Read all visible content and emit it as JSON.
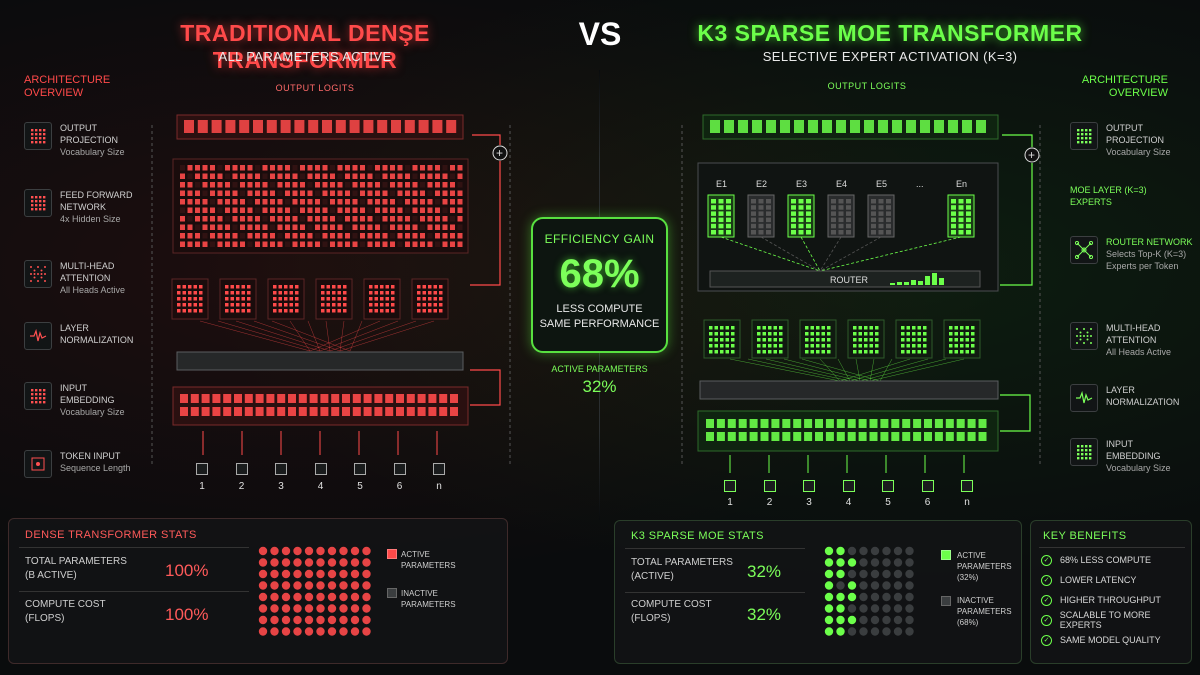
{
  "left": {
    "title": "TRADITIONAL DENŞE TRANSFORMER",
    "subtitle": "ALL PARAMETERS ACTIVE",
    "overview_heading": "ARCHITECTURE\nOVERVIEW",
    "output_logits": "OUTPUT LOGITS",
    "sidebar": [
      {
        "title": "OUTPUT\nPROJECTION",
        "sub": "Vocabulary Size",
        "icon": "grid-icon"
      },
      {
        "title": "FEED FORWARD\nNETWORK",
        "sub": "4x Hidden Size",
        "icon": "grid-icon"
      },
      {
        "title": "MULTI-HEAD\nATTENTION",
        "sub": "All Heads Active",
        "icon": "attention-icon"
      },
      {
        "title": "LAYER\nNORMALIZATION",
        "sub": "",
        "icon": "waveform-icon"
      },
      {
        "title": "INPUT\nEMBEDDING",
        "sub": "Vocabulary Size",
        "icon": "grid-icon"
      },
      {
        "title": "TOKEN INPUT",
        "sub": "Sequence Length",
        "icon": "token-icon"
      }
    ],
    "tokens": [
      "1",
      "2",
      "3",
      "4",
      "5",
      "6",
      "n"
    ],
    "stats": {
      "heading": "DENSE TRANSFORMER STATS",
      "total_label": "TOTAL PARAMETERS\n(B ACTIVE)",
      "total_value": "100%",
      "compute_label": "COMPUTE COST\n(FLOPS)",
      "compute_value": "100%",
      "legend_active": "ACTIVE\nPARAMETERS",
      "legend_inactive": "INACTIVE\nPARAMETERS"
    }
  },
  "vs": "VS",
  "center": {
    "eff_heading": "EFFICIENCY GAIN",
    "eff_value": "68%",
    "eff_line1": "LESS COMPUTE",
    "eff_line2": "SAME PERFORMANCE",
    "active_label": "ACTIVE PARAMETERS",
    "active_value": "32%"
  },
  "right": {
    "title": "K3 SPARSE MOE TRANSFORMER",
    "subtitle": "SELECTIVE EXPERT ACTIVATION (K=3)",
    "overview_heading": "ARCHITECTURE\nOVERVIEW",
    "output_logits": "OUTPUT LOGITS",
    "experts": [
      "E1",
      "E2",
      "E3",
      "E4",
      "E5",
      "...",
      "En"
    ],
    "expert_active": [
      true,
      false,
      true,
      false,
      false,
      false,
      true
    ],
    "router": "ROUTER",
    "sidebar": [
      {
        "title": "OUTPUT\nPROJECTION",
        "sub": "Vocabulary Size",
        "icon": "grid-icon"
      },
      {
        "title": "MOE LAYER (K=3)\nEXPERTS",
        "sub": "",
        "icon": ""
      },
      {
        "title": "ROUTER NETWORK",
        "sub": "Selects Top-K (K=3)\nExperts per Token",
        "icon": "router-network-icon"
      },
      {
        "title": "MULTI-HEAD\nATTENTION",
        "sub": "All Heads Active",
        "icon": "attention-icon"
      },
      {
        "title": "LAYER\nNORMALIZATION",
        "sub": "",
        "icon": "waveform-icon"
      },
      {
        "title": "INPUT\nEMBEDDING",
        "sub": "Vocabulary Size",
        "icon": "grid-icon"
      }
    ],
    "tokens": [
      "1",
      "2",
      "3",
      "4",
      "5",
      "6",
      "n"
    ],
    "stats": {
      "heading": "K3 SPARSE MOE STATS",
      "total_label": "TOTAL PARAMETERS\n(ACTIVE)",
      "total_value": "32%",
      "compute_label": "COMPUTE COST\n(FLOPS)",
      "compute_value": "32%",
      "legend_active": "ACTIVE\nPARAMETERS\n(32%)",
      "legend_inactive": "INACTIVE\nPARAMETERS\n(68%)"
    },
    "benefits": {
      "heading": "KEY BENEFITS",
      "items": [
        "68% LESS COMPUTE",
        "LOWER LATENCY",
        "HIGHER THROUGHPUT",
        "SCALABLE TO MORE EXPERTS",
        "SAME MODEL QUALITY"
      ]
    }
  },
  "colors": {
    "dense": "#ff4a4a",
    "sparse": "#6cff4a",
    "inactive": "#3a3d3f"
  },
  "dense_grid": {
    "rows": 8,
    "cols": 10,
    "active_fraction": 1.0
  },
  "sparse_grid": {
    "rows": 8,
    "cols": 8,
    "active_fraction": 0.32
  }
}
